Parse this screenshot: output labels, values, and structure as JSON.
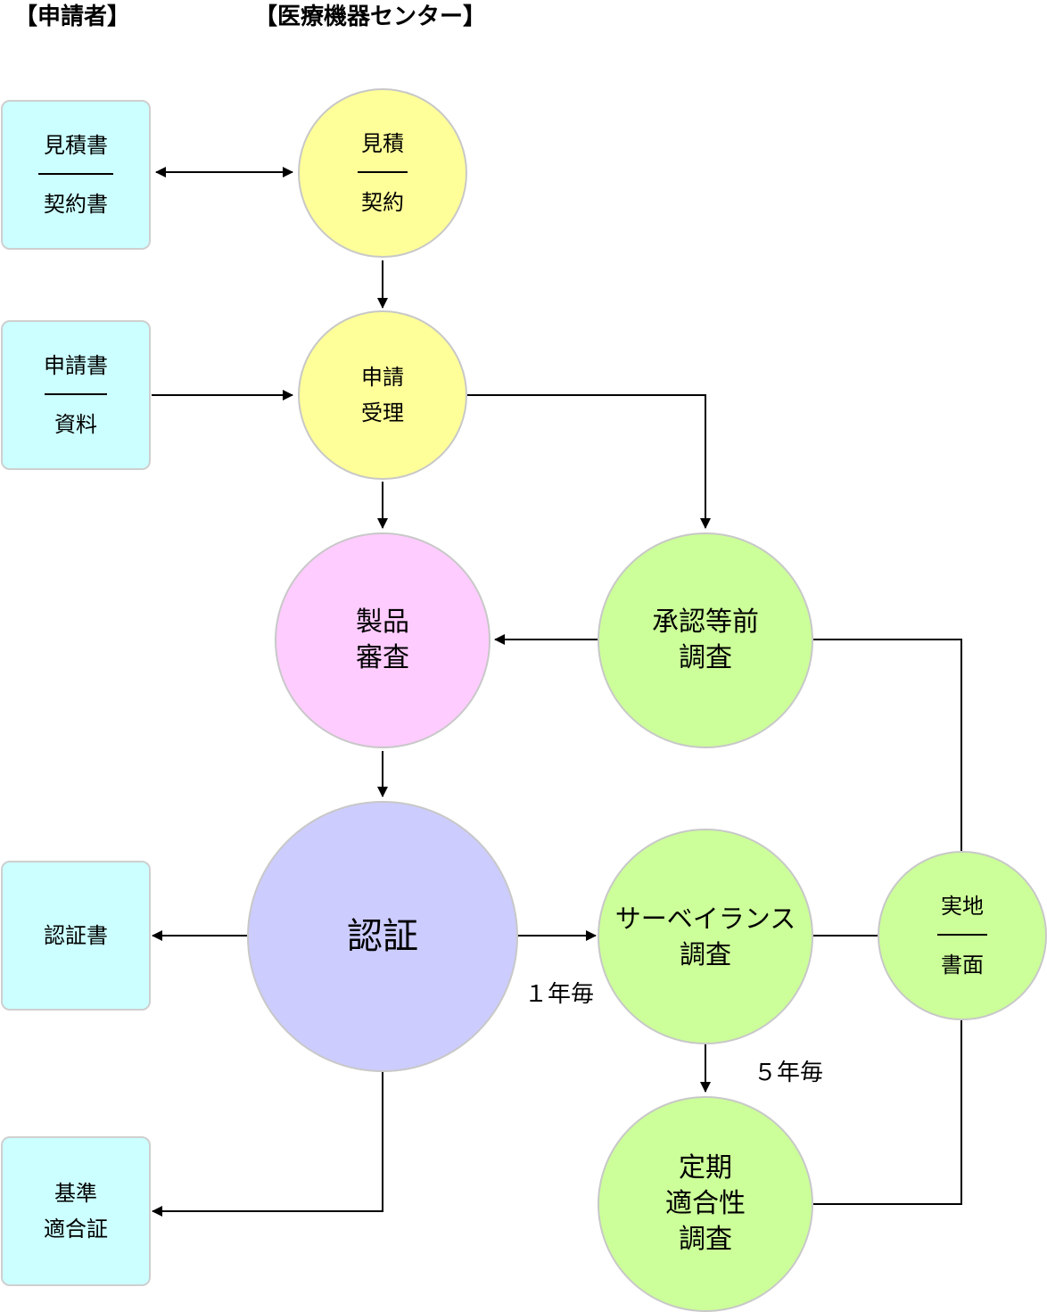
{
  "colors": {
    "applicant_box": "#ccffff",
    "intake_node": "#ffff99",
    "review_node": "#ffccff",
    "cert_node": "#ccccff",
    "survey_node": "#ccff99",
    "line": "#000000"
  },
  "headers": {
    "applicant": "【申請者】",
    "center": "【医療機器センター】"
  },
  "boxes": {
    "estimate": {
      "top": "見積書",
      "bottom": "契約書"
    },
    "application": {
      "top": "申請書",
      "bottom": "資料"
    },
    "certificate": {
      "label": "認証書"
    },
    "conformity": {
      "line1": "基準",
      "line2": "適合証"
    }
  },
  "nodes": {
    "quote": {
      "top": "見積",
      "bottom": "契約"
    },
    "intake": {
      "line1": "申請",
      "line2": "受理"
    },
    "review": {
      "line1": "製品",
      "line2": "審査"
    },
    "pre_survey": {
      "line1": "承認等前",
      "line2": "調査"
    },
    "cert": {
      "label": "認証"
    },
    "surveillance": {
      "line1": "サーベイランス",
      "line2": "調査"
    },
    "onsite": {
      "top": "実地",
      "bottom": "書面"
    },
    "periodic": {
      "line1": "定期",
      "line2": "適合性",
      "line3": "調査"
    }
  },
  "notes": {
    "yearly": "１年毎",
    "five_yearly": "５年毎"
  }
}
